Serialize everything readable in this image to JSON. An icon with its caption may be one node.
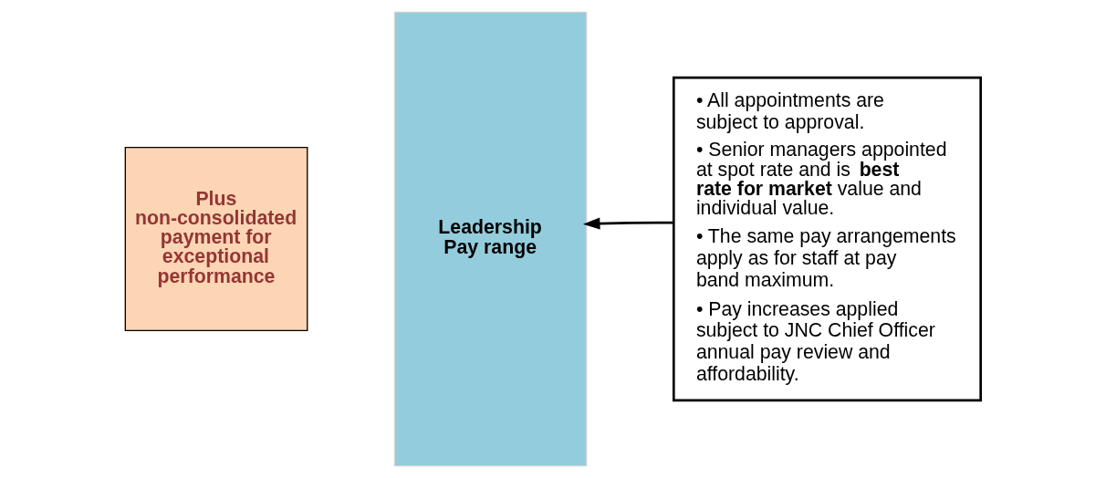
{
  "diagram": {
    "nodes": [
      {
        "text": [
          "Plus non-consolidated payment for exceptional performance"
        ]
      },
      {
        "text": [
          "Leadership Pay range"
        ]
      },
      {
        "text": [
          "• All appointments are subject to approval.",
          "• Senior managers appointed at spot rate and is **best rate for market** value and individual value.",
          "• The same pay arrangements apply as for staff at pay band maximum.",
          "• Pay increases applied subject to JNC Chief Officer annual pay review and affordability."
        ]
      }
    ],
    "edges": [
      {
        "from": 2,
        "to": 1,
        "arrow": "to"
      }
    ]
  }
}
